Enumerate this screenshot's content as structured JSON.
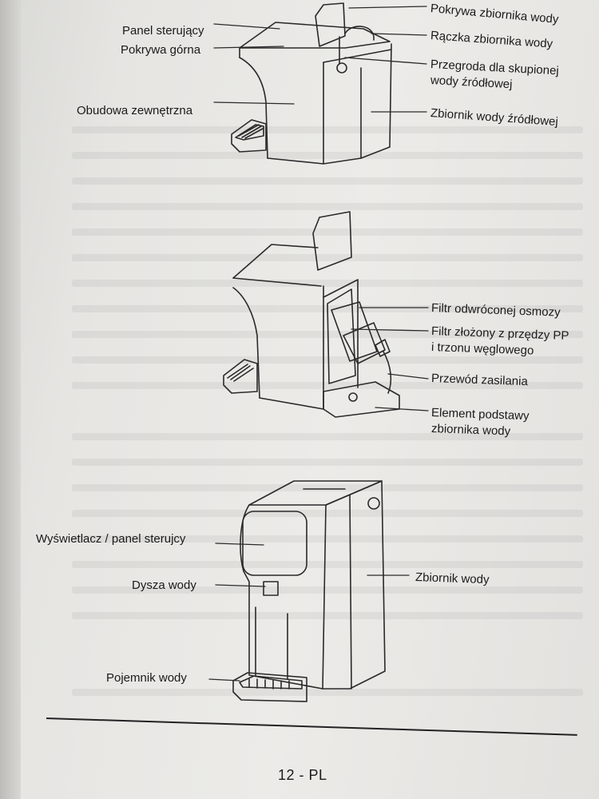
{
  "figure1": {
    "lid_tank": "Pokrywa zbiornika wody",
    "control_panel": "Panel sterujący",
    "handle_tank": "Rączka zbiornika wody",
    "top_cover": "Pokrywa górna",
    "partition_line1": "Przegroda dla skupionej",
    "partition_line2": "wody źródłowej",
    "housing": "Obudowa zewnętrzna",
    "source_tank": "Zbiornik wody źródłowej"
  },
  "figure2": {
    "ro_filter": "Filtr odwróconej osmozy",
    "composite_line1": "Filtr złożony z przędzy PP",
    "composite_line2": "i trzonu węglowego",
    "power_cord": "Przewód zasilania",
    "base_line1": "Element podstawy",
    "base_line2": "zbiornika wody"
  },
  "figure3": {
    "display": "Wyświetlacz / panel sterujcy",
    "nozzle": "Dysza wody",
    "water_tank": "Zbiornik wody",
    "container": "Pojemnik wody"
  },
  "footer": {
    "page_number": "12 - PL"
  }
}
